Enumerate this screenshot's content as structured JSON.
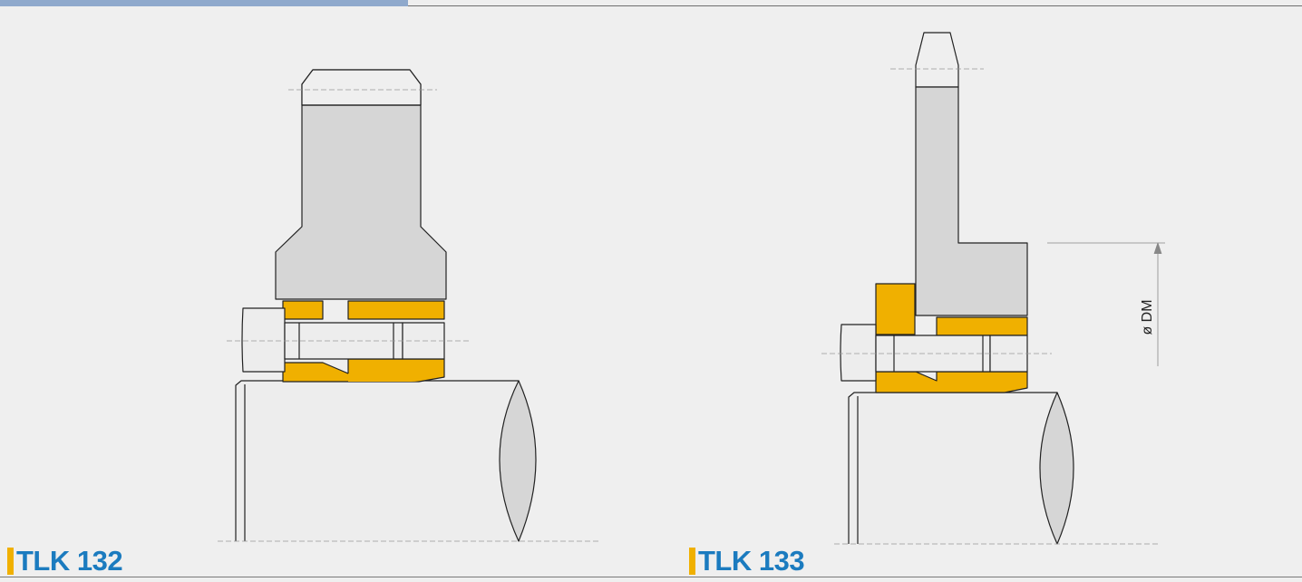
{
  "captions": {
    "left": "TLK 132",
    "right": "TLK 133"
  },
  "dimension": {
    "label": "ø DM"
  },
  "colors": {
    "background": "#efefef",
    "part_gray": "#d6d6d6",
    "locking_yellow": "#f0b000",
    "caption_blue": "#1b7bbf",
    "caption_marker": "#f0b000",
    "top_accent": "#8fa9cc"
  }
}
